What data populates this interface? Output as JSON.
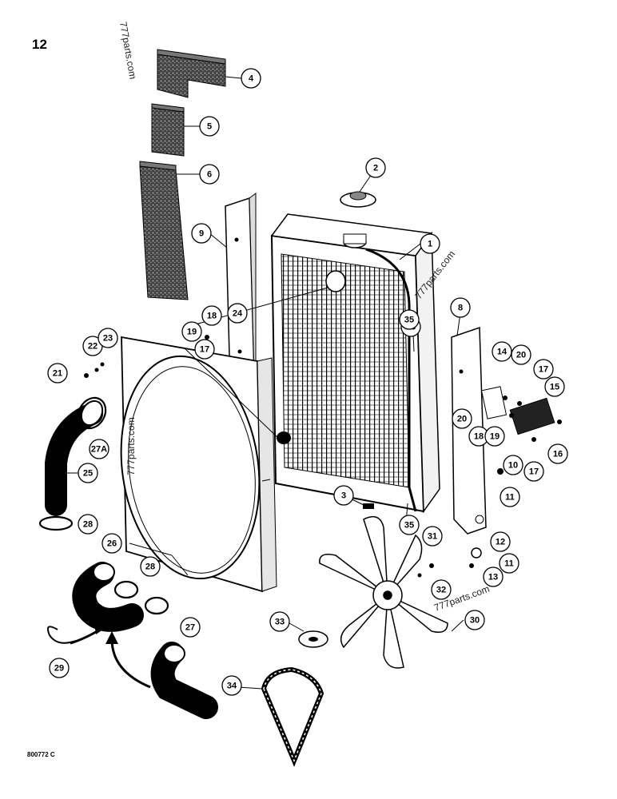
{
  "page_number": "12",
  "figure_code": "800772 C",
  "watermark": "777parts.com",
  "callouts": [
    "1",
    "2",
    "3",
    "4",
    "5",
    "6",
    "8",
    "9",
    "10",
    "11",
    "11",
    "12",
    "13",
    "14",
    "15",
    "16",
    "17",
    "17",
    "17",
    "18",
    "18",
    "19",
    "19",
    "20",
    "20",
    "21",
    "22",
    "23",
    "24",
    "25",
    "26",
    "27",
    "27A",
    "28",
    "28",
    "28",
    "29",
    "30",
    "31",
    "32",
    "33",
    "34",
    "35",
    "35"
  ],
  "colors": {
    "ink": "#000000",
    "paper": "#ffffff",
    "shade": "#555555"
  }
}
